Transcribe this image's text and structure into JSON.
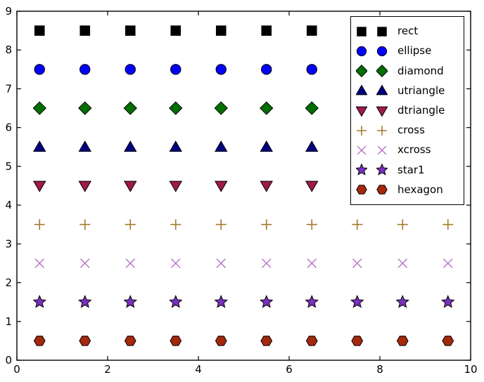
{
  "figure": {
    "background": "#ffffff",
    "frame_color": "#000000",
    "tick_label_color": "#000000"
  },
  "chart_data": {
    "type": "scatter",
    "title": "",
    "xlabel": "",
    "ylabel": "",
    "xlim": [
      0,
      10
    ],
    "ylim": [
      0,
      9
    ],
    "xticks": [
      0,
      2,
      4,
      6,
      8,
      10
    ],
    "yticks": [
      0,
      1,
      2,
      3,
      4,
      5,
      6,
      7,
      8,
      9
    ],
    "grid": false,
    "x": [
      0.5,
      1.5,
      2.5,
      3.5,
      4.5,
      5.5,
      6.5,
      7.5,
      8.5,
      9.5
    ],
    "series": [
      {
        "name": "rect",
        "shape": "rect",
        "y": 8.5,
        "fill": "#000000",
        "edge": "#000000"
      },
      {
        "name": "ellipse",
        "shape": "ellipse",
        "y": 7.5,
        "fill": "#0000ff",
        "edge": "#000000"
      },
      {
        "name": "diamond",
        "shape": "diamond",
        "y": 6.5,
        "fill": "#006e00",
        "edge": "#000000"
      },
      {
        "name": "utriangle",
        "shape": "utriangle",
        "y": 5.5,
        "fill": "#000080",
        "edge": "#000000"
      },
      {
        "name": "dtriangle",
        "shape": "dtriangle",
        "y": 4.5,
        "fill": "#a0194e",
        "edge": "#000000"
      },
      {
        "name": "cross",
        "shape": "cross",
        "y": 3.5,
        "fill": "#a6792c",
        "edge": "#a6792c"
      },
      {
        "name": "xcross",
        "shape": "xcross",
        "y": 2.5,
        "fill": "#b571c6",
        "edge": "#b571c6"
      },
      {
        "name": "star1",
        "shape": "star1",
        "y": 1.5,
        "fill": "#7a30c1",
        "edge": "#000000"
      },
      {
        "name": "hexagon",
        "shape": "hexagon",
        "y": 0.5,
        "fill": "#a5280c",
        "edge": "#000000"
      }
    ],
    "legend": {
      "position": "upper-right",
      "markers_per_entry": 2,
      "labels": [
        "rect",
        "ellipse",
        "diamond",
        "utriangle",
        "dtriangle",
        "cross",
        "xcross",
        "star1",
        "hexagon"
      ]
    }
  }
}
